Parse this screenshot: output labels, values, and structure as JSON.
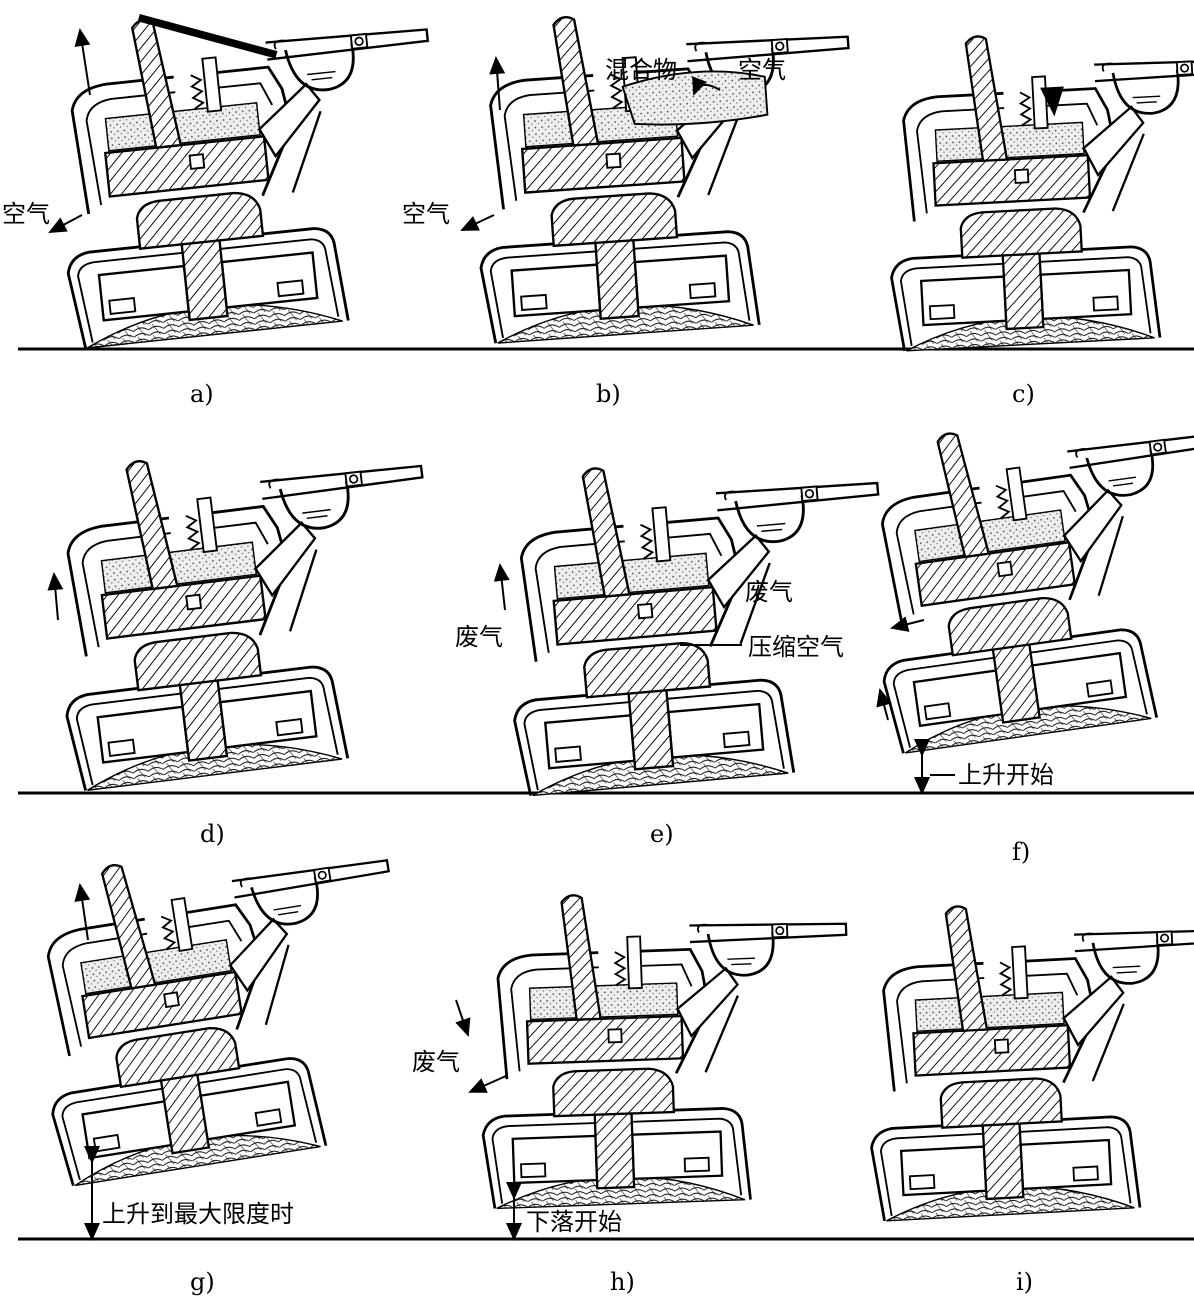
{
  "figure": {
    "captions": [
      "a)",
      "b)",
      "c)",
      "d)",
      "e)",
      "f)",
      "g)",
      "h)",
      "i)"
    ],
    "labels": {
      "air": "空气",
      "mixture": "混合物",
      "exhaust": "废气",
      "compressed_air": "压缩空气",
      "rise_start": "上升开始",
      "rise_max": "上升到最大限度时",
      "fall_start": "下落开始"
    }
  }
}
